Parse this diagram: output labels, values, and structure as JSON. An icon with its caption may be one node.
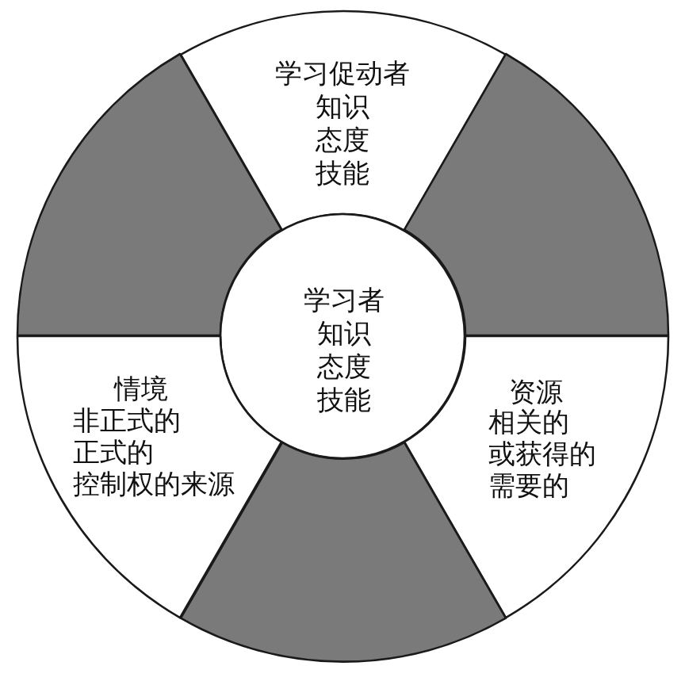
{
  "diagram": {
    "nodes": [
      {
        "text": [
          "学习促动者",
          "知识",
          "态度",
          "技能"
        ]
      },
      {
        "text": [],
        "shape": "sector"
      },
      {
        "text": [],
        "shape": "sector"
      },
      {
        "text": [
          "学习者",
          "知识",
          "态度",
          "技能"
        ]
      },
      {
        "text": [
          "情境",
          "非正式的",
          "正式的",
          "控制权的来源"
        ]
      },
      {
        "text": [
          "资源",
          "相关的",
          "或获得的",
          "需要的"
        ]
      },
      {
        "text": [],
        "shape": "sector"
      }
    ]
  }
}
